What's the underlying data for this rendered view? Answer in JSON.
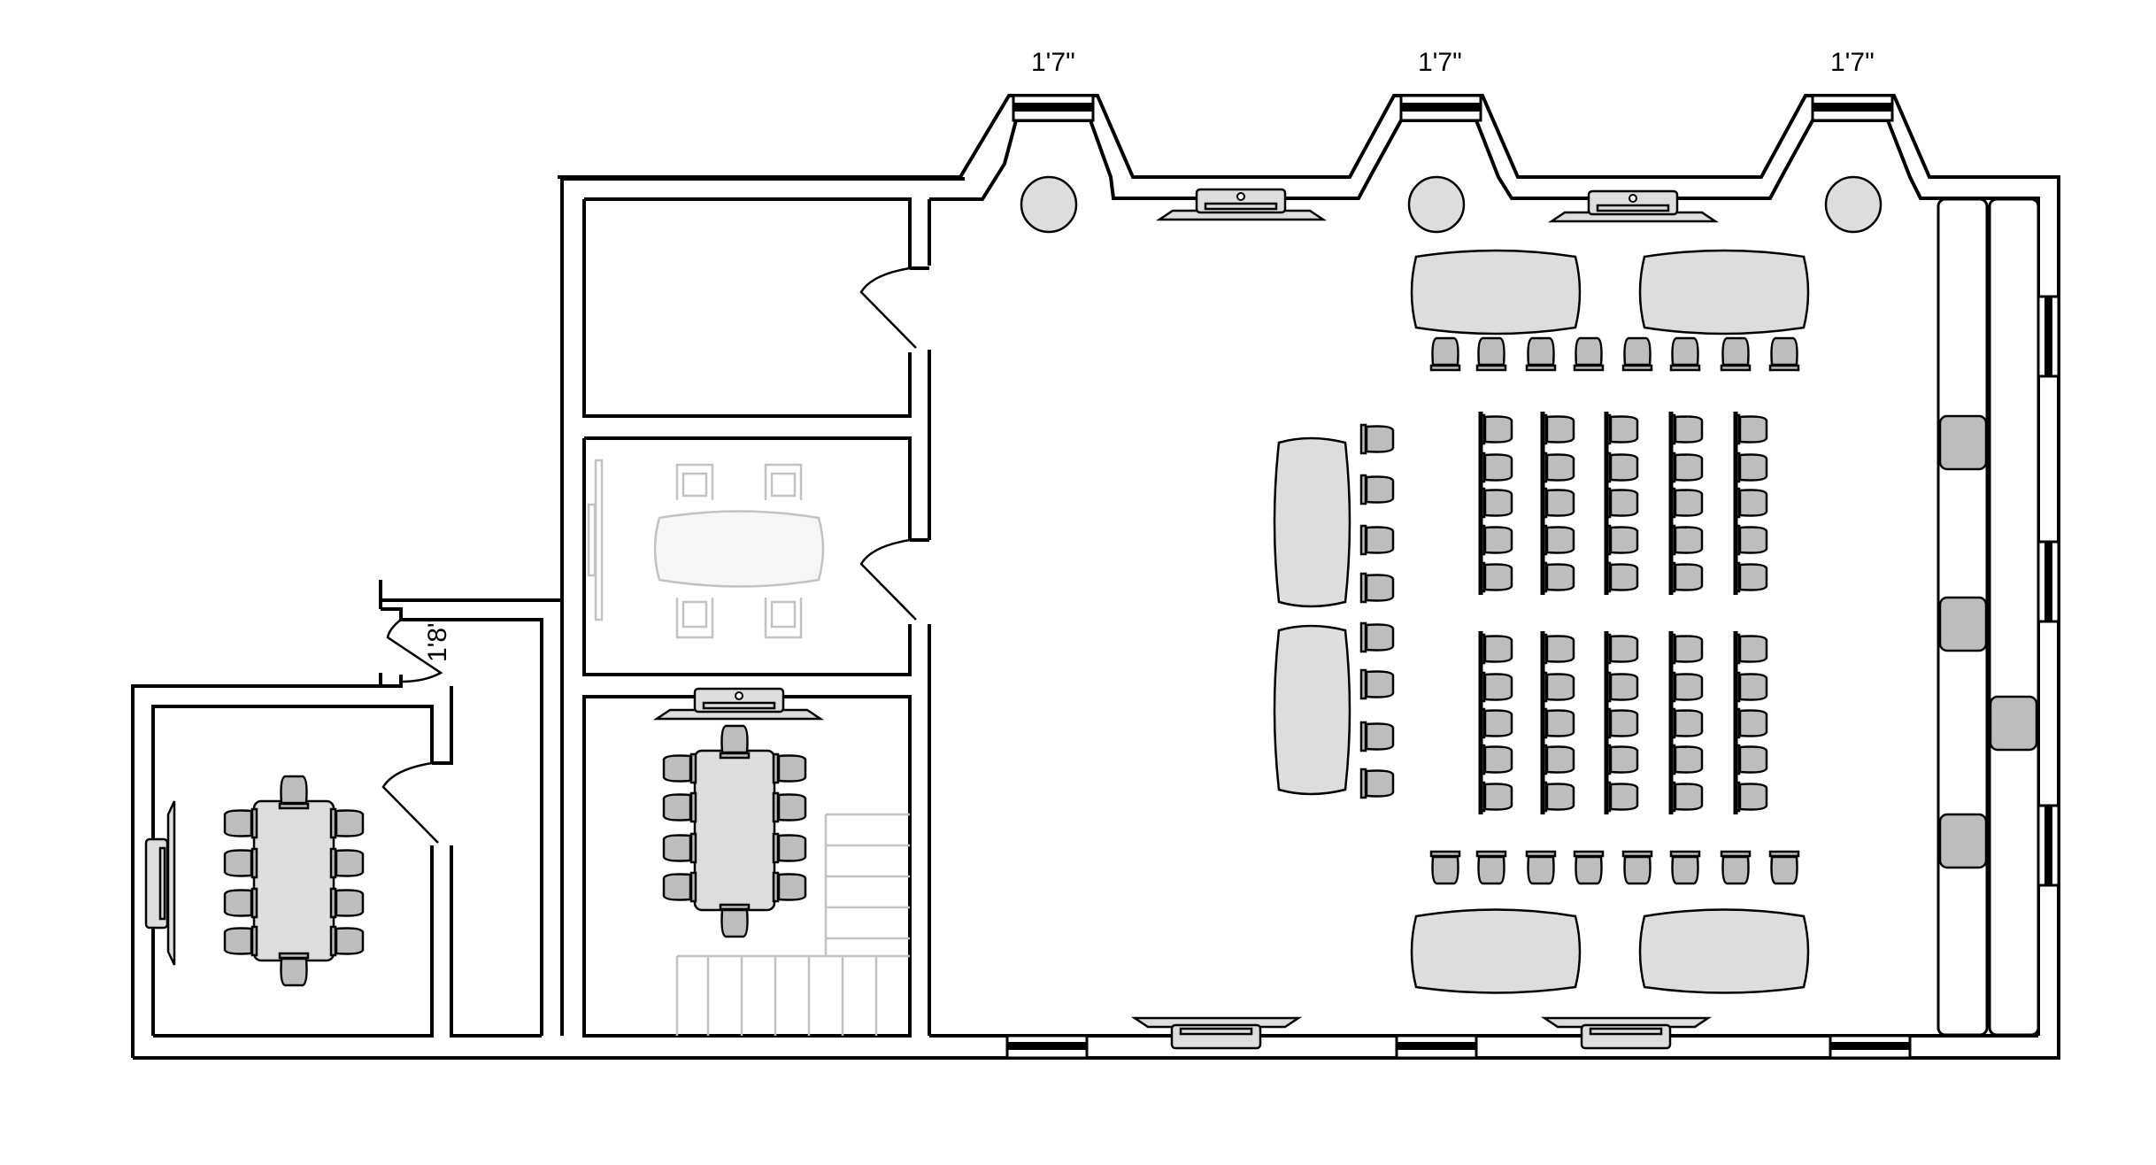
{
  "dimensions": {
    "window_top_1": "1'7\"",
    "window_top_2": "1'7\"",
    "window_top_3": "1'7\"",
    "corridor_door": "1'8\""
  },
  "colors": {
    "wall": "#000000",
    "furniture_fill": "#dddddd",
    "chair_fill": "#bdbdbd",
    "faded_furniture": "#c2c2c2",
    "background": "#ffffff"
  }
}
